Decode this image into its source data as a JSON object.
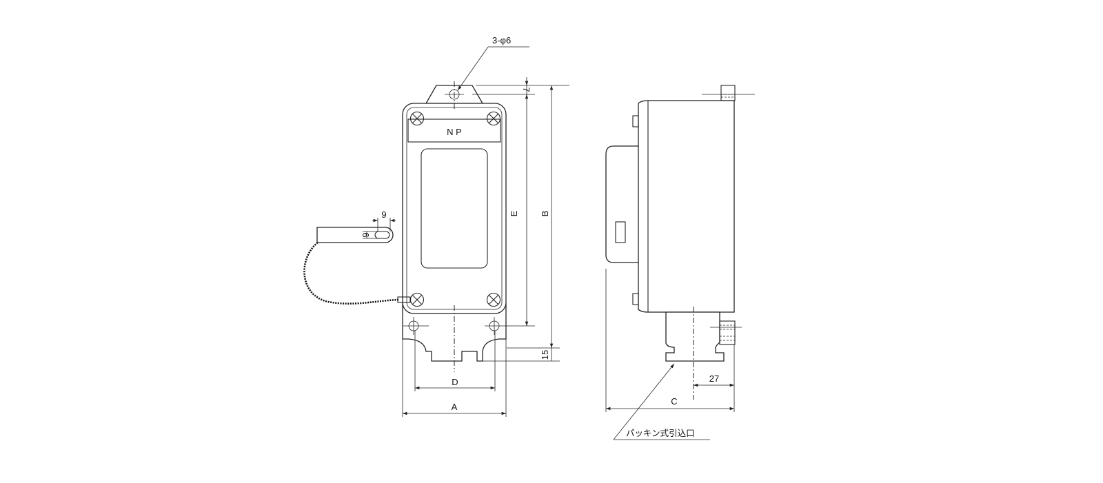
{
  "labels": {
    "hole_spec": "3-φ6",
    "nameplate": "N P",
    "dim_7": "7",
    "dim_E": "E",
    "dim_B": "B",
    "dim_9": "9",
    "dim_6": "6",
    "dim_15": "15",
    "dim_D": "D",
    "dim_A": "A",
    "dim_C": "C",
    "dim_27": "27",
    "gland_note": "パッキン式引込口"
  }
}
